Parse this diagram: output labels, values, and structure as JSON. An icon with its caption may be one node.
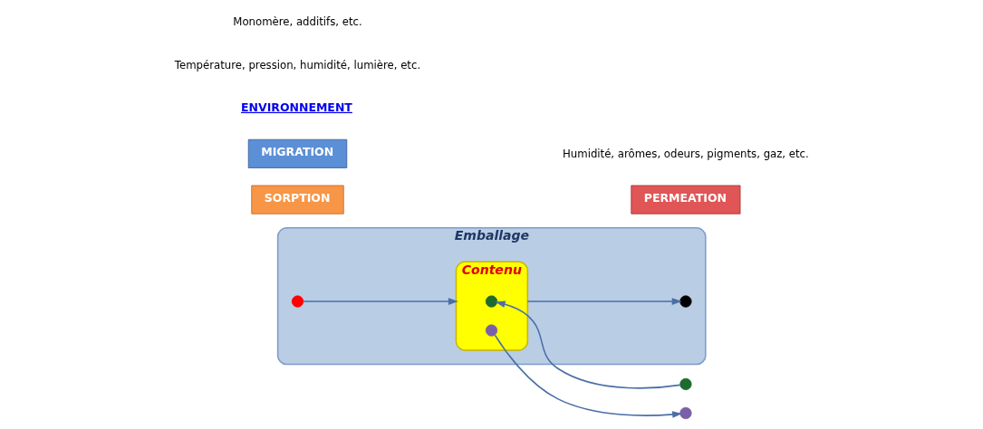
{
  "diagram": {
    "nodes": [
      {
        "text": [
          "Emballage"
        ]
      },
      {
        "text": [
          "Contenu"
        ],
        "in": 0
      },
      {
        "text": [
          "PERMEATION"
        ]
      },
      {
        "text": [
          "SORPTION"
        ]
      },
      {
        "text": [
          "MIGRATION"
        ]
      },
      {
        "text": [],
        "shape": "circle"
      },
      {
        "text": [],
        "shape": "circle",
        "in": 1
      },
      {
        "text": [],
        "shape": "circle"
      },
      {
        "text": [],
        "shape": "circle",
        "in": 1
      },
      {
        "text": [],
        "shape": "circle",
        "in": 0
      },
      {
        "text": [],
        "shape": "circle",
        "in": 0
      }
    ],
    "edges": [
      {
        "from": 5,
        "to": 6,
        "arrow": "to"
      },
      {
        "from": 8,
        "to": 7,
        "arrow": "to"
      },
      {
        "from": 1,
        "to": 10,
        "arrow": "to"
      },
      {
        "from": 9,
        "to": 1,
        "arrow": "to"
      }
    ],
    "labels": [
      "ENVIRONNEMENT",
      "Température, pression, humidité, lumière, etc.",
      "Humidité, arômes, odeurs, pigments, gaz, etc.",
      "Monomère, additifs, etc."
    ]
  }
}
